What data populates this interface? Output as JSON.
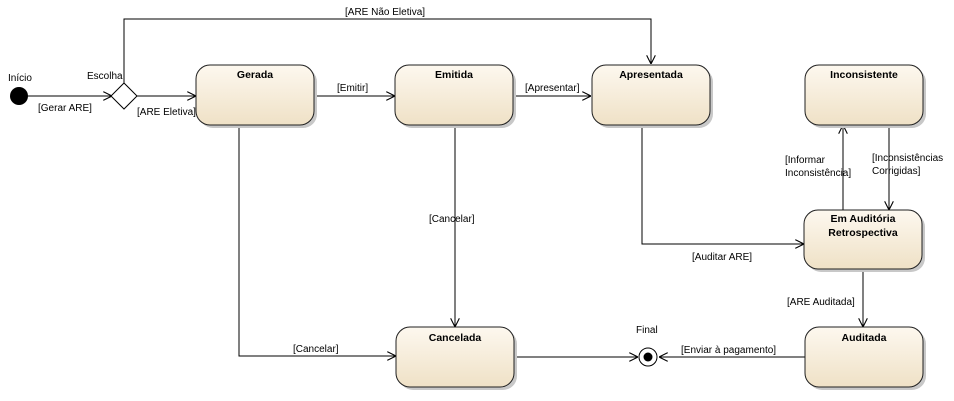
{
  "states": {
    "gerada": "Gerada",
    "emitida": "Emitida",
    "apresentada": "Apresentada",
    "inconsistente": "Inconsistente",
    "em_auditoria_line1": "Em Auditória",
    "em_auditoria_line2": "Retrospectiva",
    "cancelada": "Cancelada",
    "auditada": "Auditada"
  },
  "pseudo": {
    "inicio": "Início",
    "escolha": "Escolha",
    "final": "Final"
  },
  "transitions": {
    "gerar_are": "[Gerar ARE]",
    "are_nao_eletiva": "[ARE Não Eletiva]",
    "are_eletiva": "[ARE Eletiva]",
    "emitir": "[Emitir]",
    "apresentar": "[Apresentar]",
    "cancelar_emitida": "[Cancelar]",
    "cancelar_gerada": "[Cancelar]",
    "auditar_are": "[Auditar ARE]",
    "informar_line1": "[Informar",
    "informar_line2": "Inconsistência]",
    "corrigidas_line1": "[Inconsistências",
    "corrigidas_line2": "Corrigidas]",
    "are_auditada": "[ARE Auditada]",
    "enviar_pagamento": "[Enviar à pagamento]"
  },
  "colors": {
    "state_fill_top": "#fdf8ef",
    "state_fill_bottom": "#efe1c6",
    "stroke": "#202020"
  }
}
